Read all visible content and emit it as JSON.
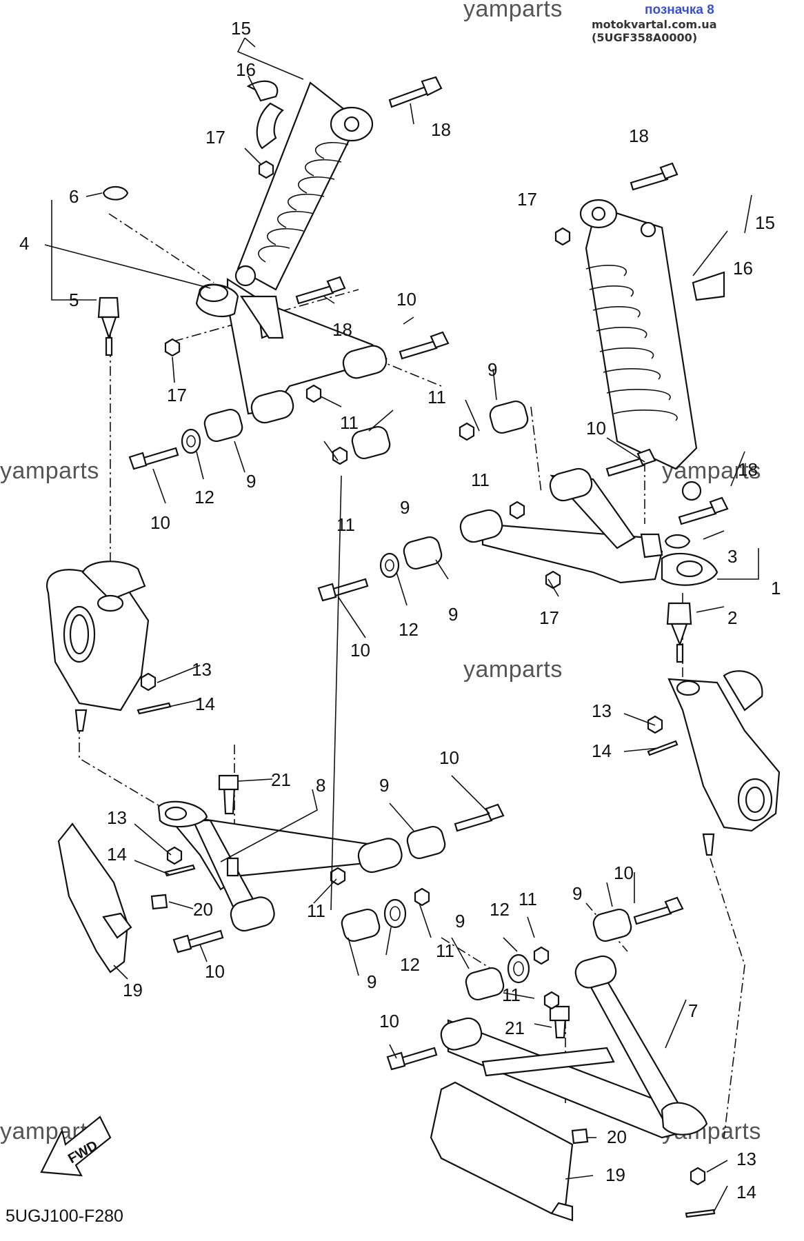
{
  "header": {
    "title": "позначка 8",
    "subtitle": "motokvartal.com.ua (5UGF358A0000)"
  },
  "watermarks": [
    "yamparts",
    "yamparts",
    "yamparts",
    "yamparts",
    "yamparts",
    "yamparts"
  ],
  "diagram_code": "5UGJ100-F280",
  "fwd_label": "FWD",
  "labels": {
    "l15a": "15",
    "l16a": "16",
    "l17a": "17",
    "l18a": "18",
    "l6": "6",
    "l4": "4",
    "l5": "5",
    "l18b": "18",
    "l10a": "10",
    "l17b": "17",
    "l11a": "11",
    "l11b": "11",
    "l9a": "9",
    "l9b": "9",
    "l12a": "12",
    "l10b": "10",
    "l18c": "18",
    "l17c": "17",
    "l15b": "15",
    "l16b": "16",
    "l9c": "9",
    "l11c": "11",
    "l10c": "10",
    "l11d": "11",
    "l18d": "18",
    "l3": "3",
    "l1": "1",
    "l2": "2",
    "l17d": "17",
    "l12b": "12",
    "l9d": "9",
    "l10d": "10",
    "l13a": "13",
    "l14a": "14",
    "l13b": "13",
    "l14b": "14",
    "l21a": "21",
    "l8": "8",
    "l9e": "9",
    "l10e": "10",
    "l13c": "13",
    "l14c": "14",
    "l20a": "20",
    "l11e": "11",
    "l10f": "10",
    "l19a": "19",
    "l9f": "9",
    "l12c": "12",
    "l11f": "11",
    "l9g": "9",
    "l12d": "12",
    "l11g": "11",
    "l9h": "9",
    "l10g": "10",
    "l11h": "11",
    "l10h": "10",
    "l21b": "21",
    "l7": "7",
    "l20b": "20",
    "l19b": "19",
    "l13d": "13",
    "l14d": "14"
  }
}
